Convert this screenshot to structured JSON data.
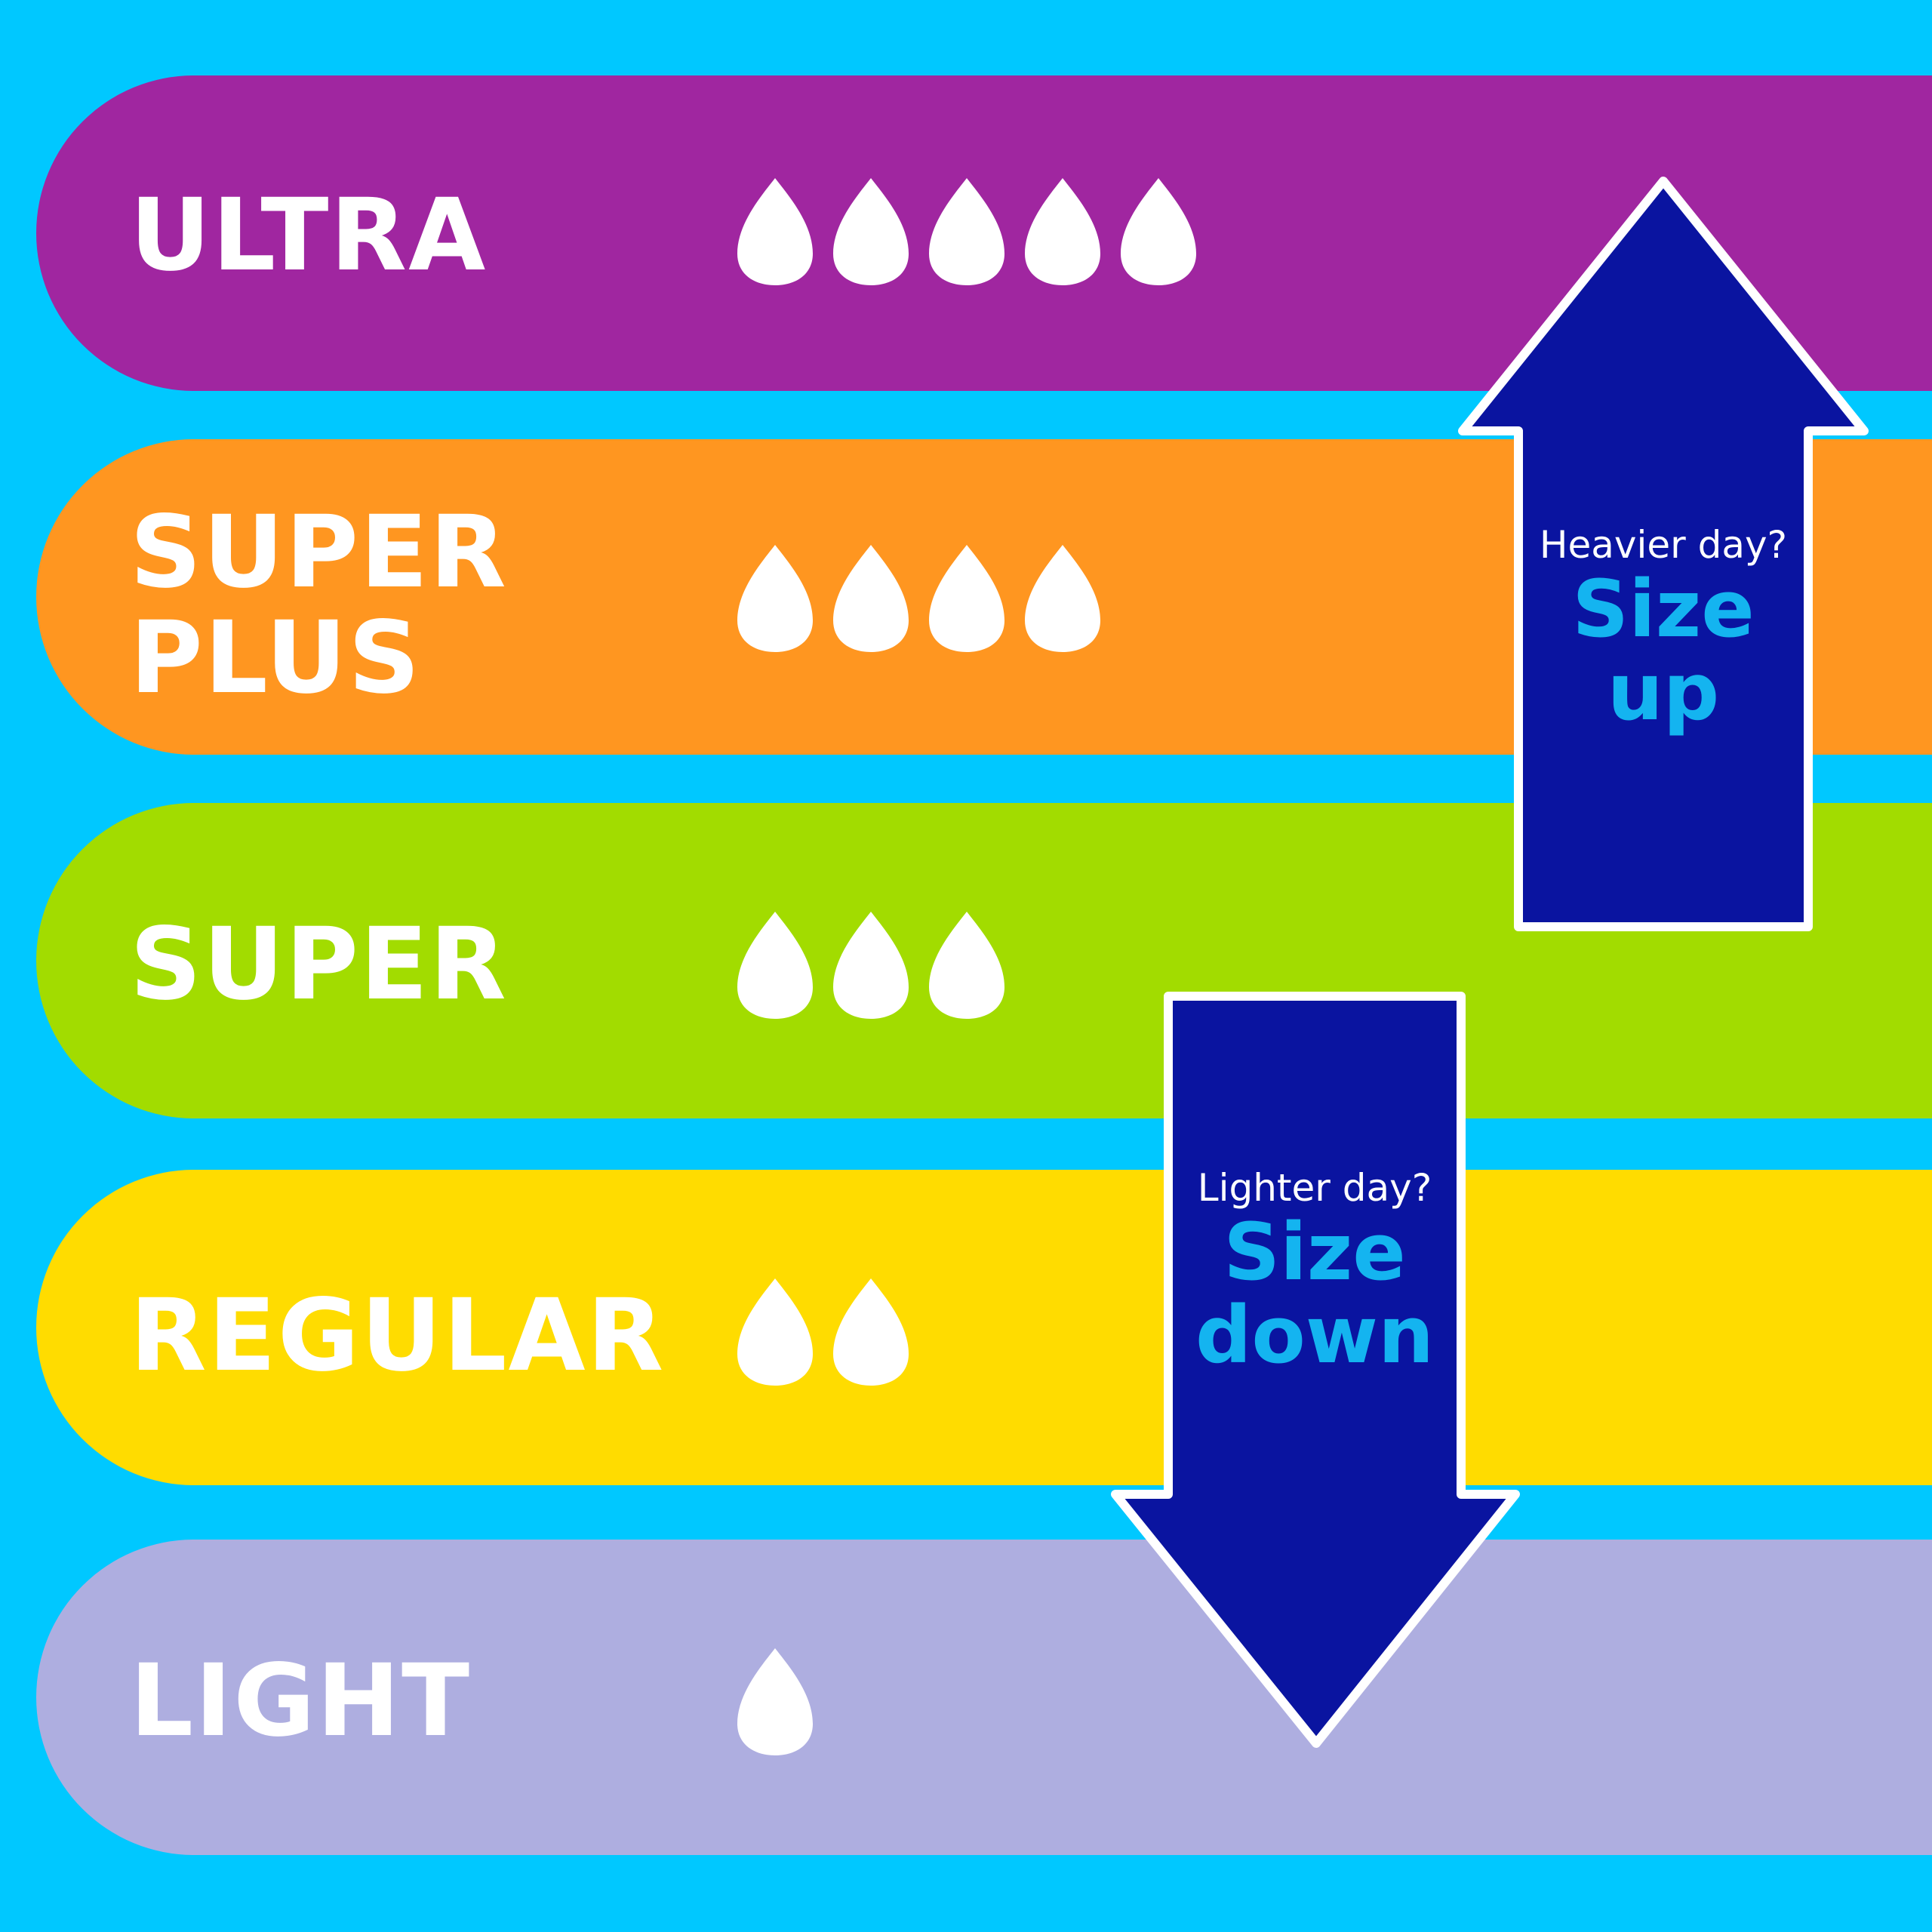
{
  "colors": {
    "background": "#00c8ff",
    "arrow_fill": "#0a14a0",
    "arrow_outline": "#ffffff",
    "arrow_accent_text": "#14b4f0",
    "drop": "#ffffff"
  },
  "levels": [
    {
      "label": "ULTRA",
      "drops": 5,
      "color": "#a026a0"
    },
    {
      "label": "SUPER\nPLUS",
      "drops": 4,
      "color": "#ff9620"
    },
    {
      "label": "SUPER",
      "drops": 3,
      "color": "#a2dc00"
    },
    {
      "label": "REGULAR",
      "drops": 2,
      "color": "#ffdc00"
    },
    {
      "label": "LIGHT",
      "drops": 1,
      "color": "#aeaee0"
    }
  ],
  "up_arrow": {
    "question": "Heavier day?",
    "line1": "Size",
    "line2": "up"
  },
  "down_arrow": {
    "question": "Lighter day?",
    "line1": "Size",
    "line2": "down"
  }
}
